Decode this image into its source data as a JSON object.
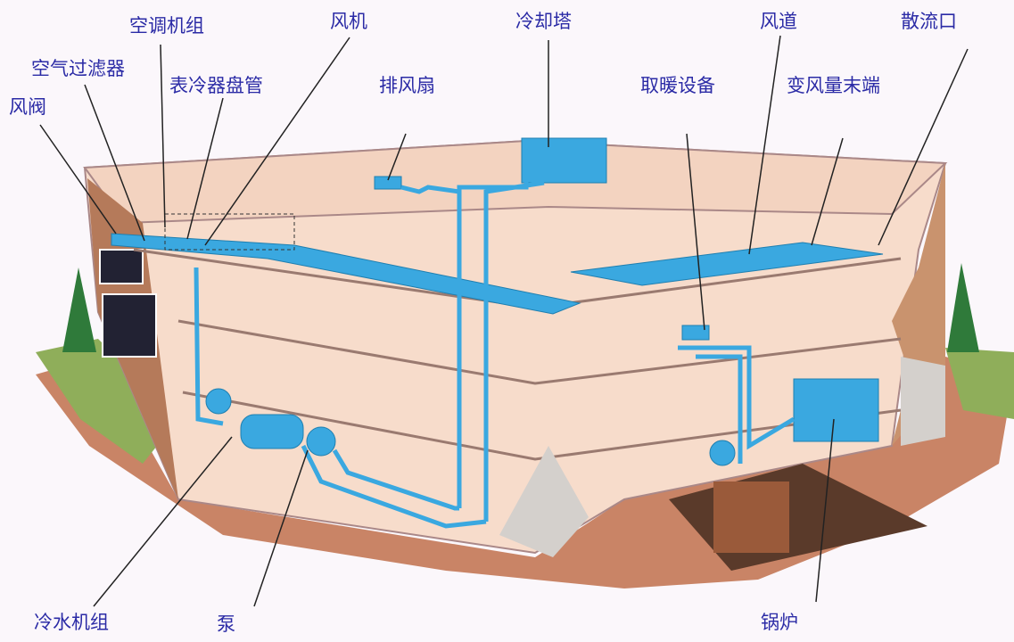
{
  "title": "Building HVAC system diagram",
  "colors": {
    "label": "#2b2ba6",
    "duct": "#3aa8e0",
    "wall": "#f6d8c6",
    "earth": "#c07a5a"
  },
  "labels": {
    "air_handling_unit": "空调机组",
    "fan": "风机",
    "cooling_tower": "冷却塔",
    "air_duct": "风道",
    "diffuser": "散流口",
    "air_filter": "空气过滤器",
    "cooling_coil": "表冷器盘管",
    "exhaust_fan": "排风扇",
    "heating_equipment": "取暖设备",
    "vav_terminal": "变风量末端",
    "damper": "风阀",
    "chiller": "冷水机组",
    "pump": "泵",
    "boiler": "锅炉"
  }
}
